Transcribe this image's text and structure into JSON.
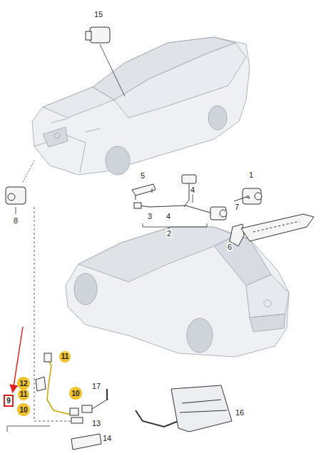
{
  "diagram": {
    "nodes": [
      {
        "text": [
          "11"
        ]
      },
      {
        "text": [
          "12"
        ]
      },
      {
        "text": [
          "10"
        ]
      },
      {
        "text": [
          "11"
        ]
      },
      {
        "text": [
          "9"
        ]
      },
      {
        "text": [
          "10"
        ]
      }
    ],
    "labels": [
      "15",
      "5",
      "1",
      "4",
      "7",
      "8",
      "3",
      "4",
      "2",
      "6",
      "17",
      "16",
      "13",
      "14"
    ]
  }
}
